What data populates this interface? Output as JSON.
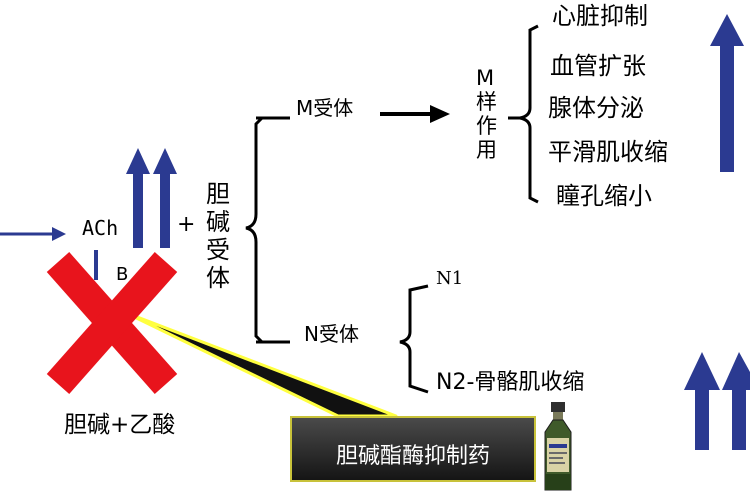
{
  "colors": {
    "arrow_blue": "#2b3a91",
    "cross_red": "#e8141c",
    "callout_bg": "#2a2a2a",
    "callout_border": "#c8c23a",
    "pointer_yellow": "#ffff40"
  },
  "diagram": {
    "ach": "ACh",
    "plus": "+",
    "receptor_vertical": "胆碱受体",
    "m_receptor": "M受体",
    "m_effect_label": "M样作用",
    "m_effects": [
      "心脏抑制",
      "血管扩张",
      "腺体分泌",
      "平滑肌收缩",
      "瞳孔缩小"
    ],
    "n_receptor": "N受体",
    "n_items": [
      "N1",
      "N2-骨骼肌收缩"
    ],
    "products": "胆碱+乙酸",
    "partial_char": "B",
    "callout": "胆碱酯酶抑制药"
  }
}
